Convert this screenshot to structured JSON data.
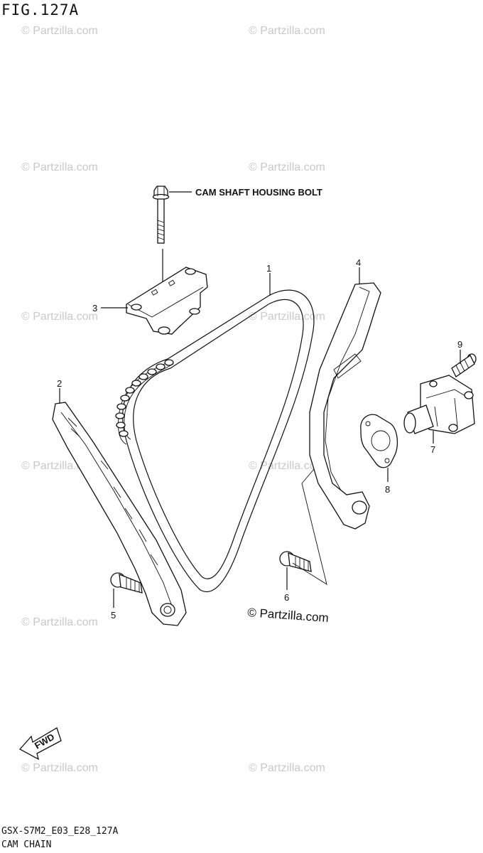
{
  "figure": {
    "title": "FIG.127A"
  },
  "footer": {
    "code": "GSX-S7M2_E03_E28_127A",
    "name": "CAM CHAIN"
  },
  "callout": {
    "bolt_label": "CAM SHAFT HOUSING BOLT"
  },
  "copyright": "© Partzilla.com",
  "watermark": "© Partzilla.com",
  "arrow": {
    "label": "FWD"
  },
  "parts": [
    {
      "ref": "1"
    },
    {
      "ref": "2"
    },
    {
      "ref": "3"
    },
    {
      "ref": "4"
    },
    {
      "ref": "5"
    },
    {
      "ref": "6"
    },
    {
      "ref": "7"
    },
    {
      "ref": "8"
    },
    {
      "ref": "9"
    }
  ]
}
